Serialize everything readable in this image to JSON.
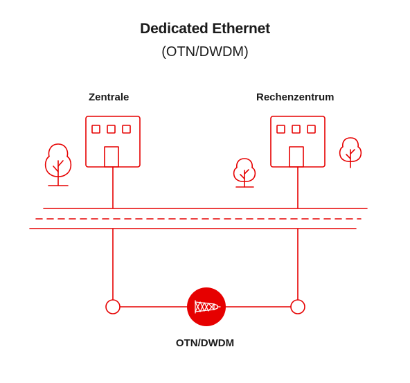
{
  "title": "Dedicated Ethernet",
  "subtitle": "(OTN/DWDM)",
  "sites": {
    "left_label": "Zentrale",
    "right_label": "Rechenzentrum"
  },
  "link_label": "OTN/DWDM",
  "colors": {
    "accent": "#e60000",
    "text": "#1a1a1a",
    "background": "#ffffff"
  },
  "icons": [
    "building-icon",
    "tree-icon",
    "fiber-optic-icon"
  ]
}
